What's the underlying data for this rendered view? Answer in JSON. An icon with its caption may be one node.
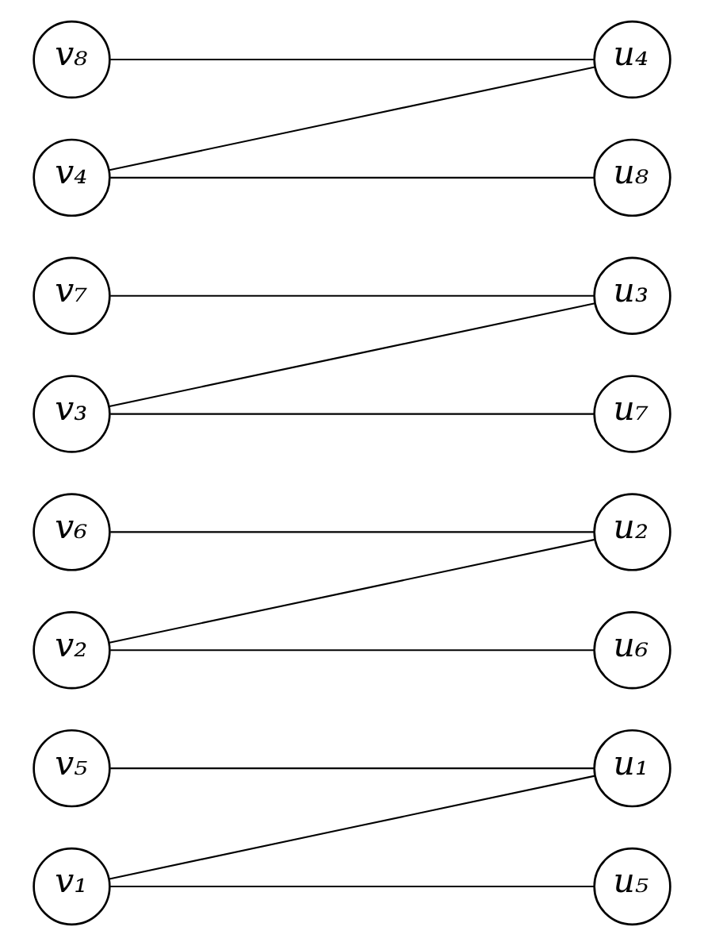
{
  "diagram": {
    "nodes": [
      {
        "text": [
          "v₁"
        ]
      },
      {
        "text": [
          "u₁"
        ]
      },
      {
        "text": [
          "v₂"
        ]
      },
      {
        "text": [
          "u₂"
        ]
      },
      {
        "text": [
          "v₃"
        ]
      },
      {
        "text": [
          "u₃"
        ]
      },
      {
        "text": [
          "v₄"
        ]
      },
      {
        "text": [
          "u₄"
        ]
      },
      {
        "text": [
          "v₅"
        ]
      },
      {
        "text": [
          "u₅"
        ]
      },
      {
        "text": [
          "v₆"
        ]
      },
      {
        "text": [
          "u₆"
        ]
      },
      {
        "text": [
          "v₇"
        ]
      },
      {
        "text": [
          "u₇"
        ]
      },
      {
        "text": [
          "v₈"
        ]
      },
      {
        "text": [
          "u₈"
        ]
      }
    ],
    "edges": [
      {
        "from": 0,
        "to": 1,
        "arrow": "none"
      },
      {
        "from": 0,
        "to": 9,
        "arrow": "none"
      },
      {
        "from": 2,
        "to": 3,
        "arrow": "none"
      },
      {
        "from": 2,
        "to": 11,
        "arrow": "none"
      },
      {
        "from": 4,
        "to": 5,
        "arrow": "none"
      },
      {
        "from": 4,
        "to": 13,
        "arrow": "none"
      },
      {
        "from": 6,
        "to": 7,
        "arrow": "none"
      },
      {
        "from": 6,
        "to": 15,
        "arrow": "none"
      },
      {
        "from": 8,
        "to": 1,
        "arrow": "none"
      },
      {
        "from": 10,
        "to": 3,
        "arrow": "none"
      },
      {
        "from": 12,
        "to": 5,
        "arrow": "none"
      },
      {
        "from": 14,
        "to": 7,
        "arrow": "none"
      }
    ]
  }
}
